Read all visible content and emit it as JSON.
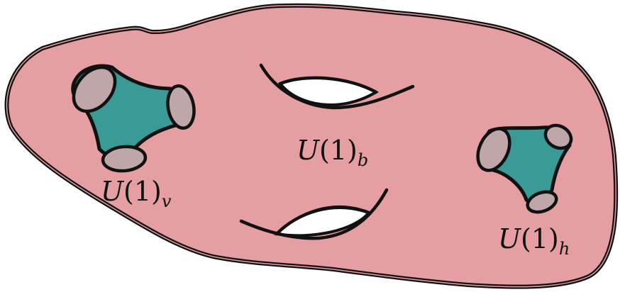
{
  "colors": {
    "surface_fill": "#e59ea1",
    "outline": "#111111",
    "throat_fill": "#3a9a96",
    "mouth_fill": "#bfa7a9",
    "hole_fill": "#ffffff"
  },
  "labels": {
    "vector": {
      "base": "U",
      "paren": "(1)",
      "sub": "v"
    },
    "bulk": {
      "base": "U",
      "paren": "(1)",
      "sub": "b"
    },
    "hyper": {
      "base": "U",
      "paren": "(1)",
      "sub": "h"
    }
  }
}
